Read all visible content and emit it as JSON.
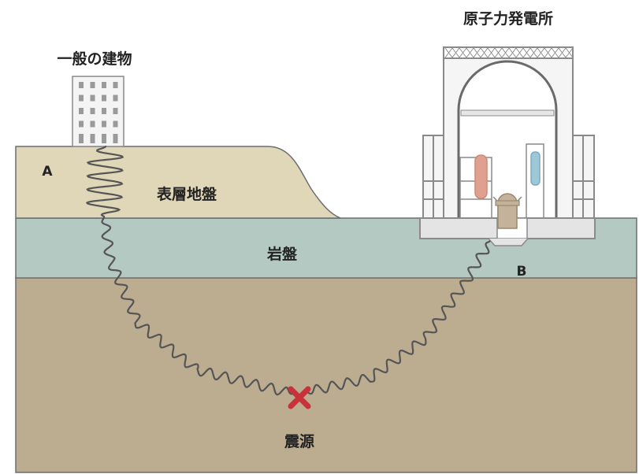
{
  "labels": {
    "building": "一般の建物",
    "plant": "原子力発電所",
    "point_a": "A",
    "point_b": "B",
    "surface_ground": "表層地盤",
    "bedrock": "岩盤",
    "epicenter": "震源"
  },
  "colors": {
    "surface": "#e0d6b8",
    "bedrock": "#b4c9c1",
    "deep": "#bcad91",
    "outline": "#6d6d6d",
    "wave": "#555555",
    "epicenter": "#c7323b",
    "reactor_red": "#e0a090",
    "reactor_blue": "#9cc8d8",
    "reactor_vessel": "#c4b39a"
  }
}
